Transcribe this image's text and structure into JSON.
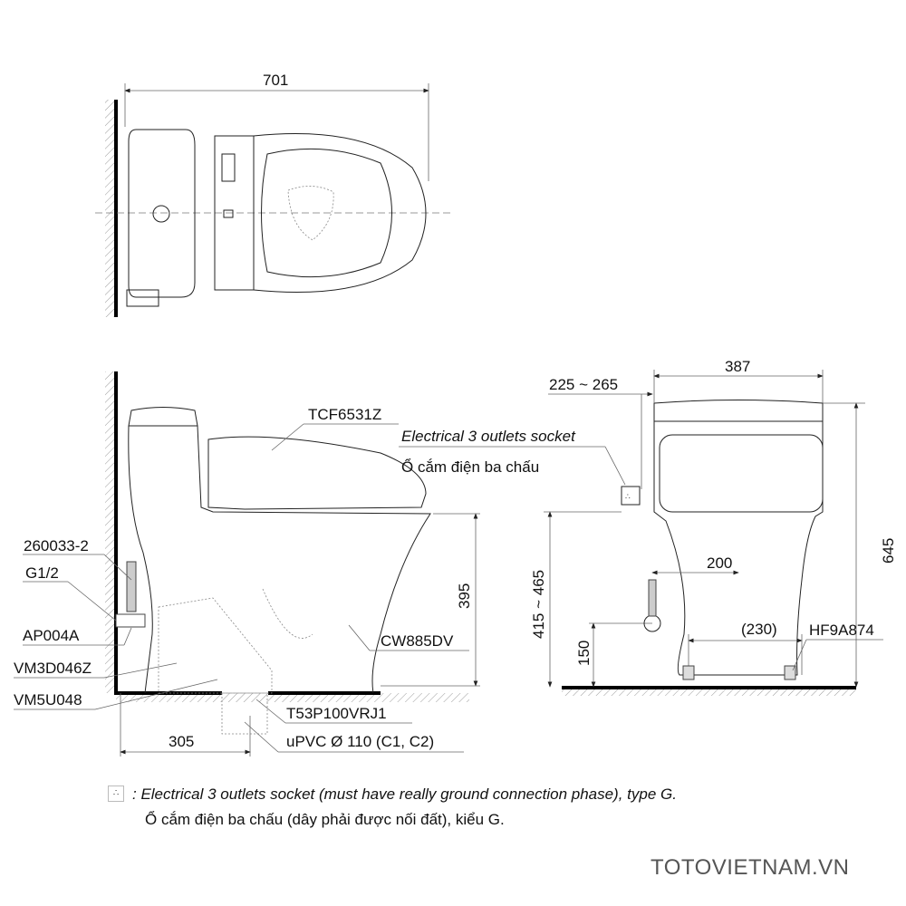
{
  "top_view": {
    "width_dim": "701"
  },
  "side_view": {
    "seat_model": "TCF6531Z",
    "socket_label_en": "Electrical 3 outlets socket",
    "socket_label_vi": "Ổ cắm điện ba chấu",
    "parts": [
      "260033-2",
      "G1/2",
      "AP004A",
      "VM3D046Z",
      "VM5U048"
    ],
    "bowl_model": "CW885DV",
    "flange_model": "T53P100VRJ1",
    "pipe_label": "uPVC Ø 110 (C1, C2)",
    "height_dim": "395",
    "rough_in_dim": "305"
  },
  "front_view": {
    "width_dim": "387",
    "socket_offset_dim": "225 ~ 265",
    "total_height_dim": "645",
    "socket_height_dim": "415 ~ 465",
    "supply_height_dim": "150",
    "supply_offset_dim": "200",
    "bolt_spacing_dim": "(230)",
    "bolt_model": "HF9A874"
  },
  "footnote": {
    "symbol_icon": "socket-icon",
    "line_en": ": Electrical 3 outlets socket (must have really ground connection phase), type G.",
    "line_vi": "Ổ cắm điện ba chấu (dây phải được nối đất), kiểu G."
  },
  "watermark": "TOTOVIETNAM.VN"
}
